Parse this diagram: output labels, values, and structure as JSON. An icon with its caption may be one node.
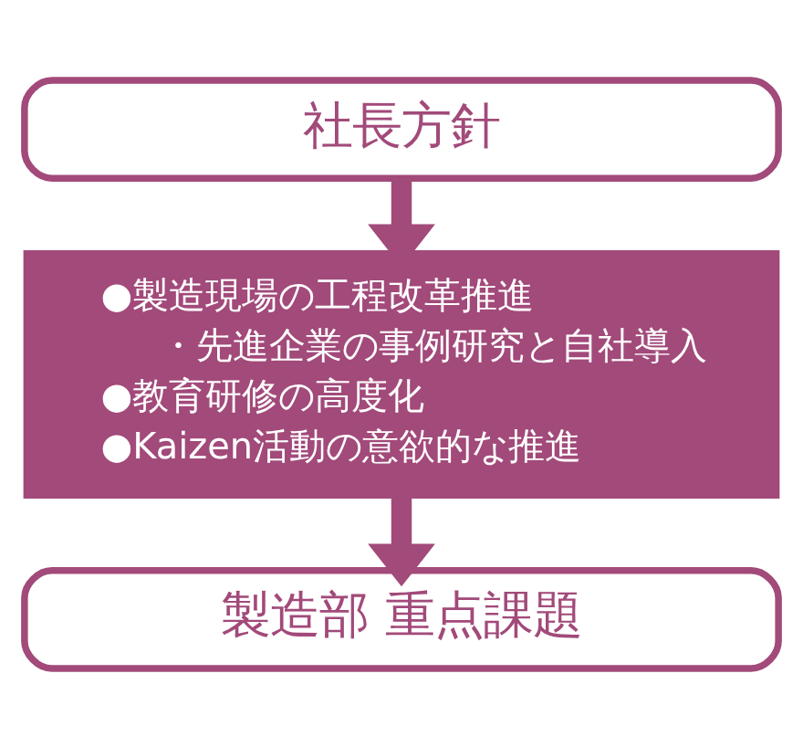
{
  "diagram": {
    "nodes": [
      {
        "text": [
          "社長方針"
        ]
      },
      {
        "text": [
          "●製造現場の工程改革推進",
          "・先進企業の事例研究と自社導入",
          "●教育研修の高度化",
          "●Kaizen活動の意欲的な推進"
        ]
      },
      {
        "text": [
          "製造部 重点課題"
        ]
      }
    ],
    "edges": [
      {
        "from": 0,
        "to": 1,
        "arrow": "to"
      },
      {
        "from": 1,
        "to": 2,
        "arrow": "to"
      }
    ]
  }
}
